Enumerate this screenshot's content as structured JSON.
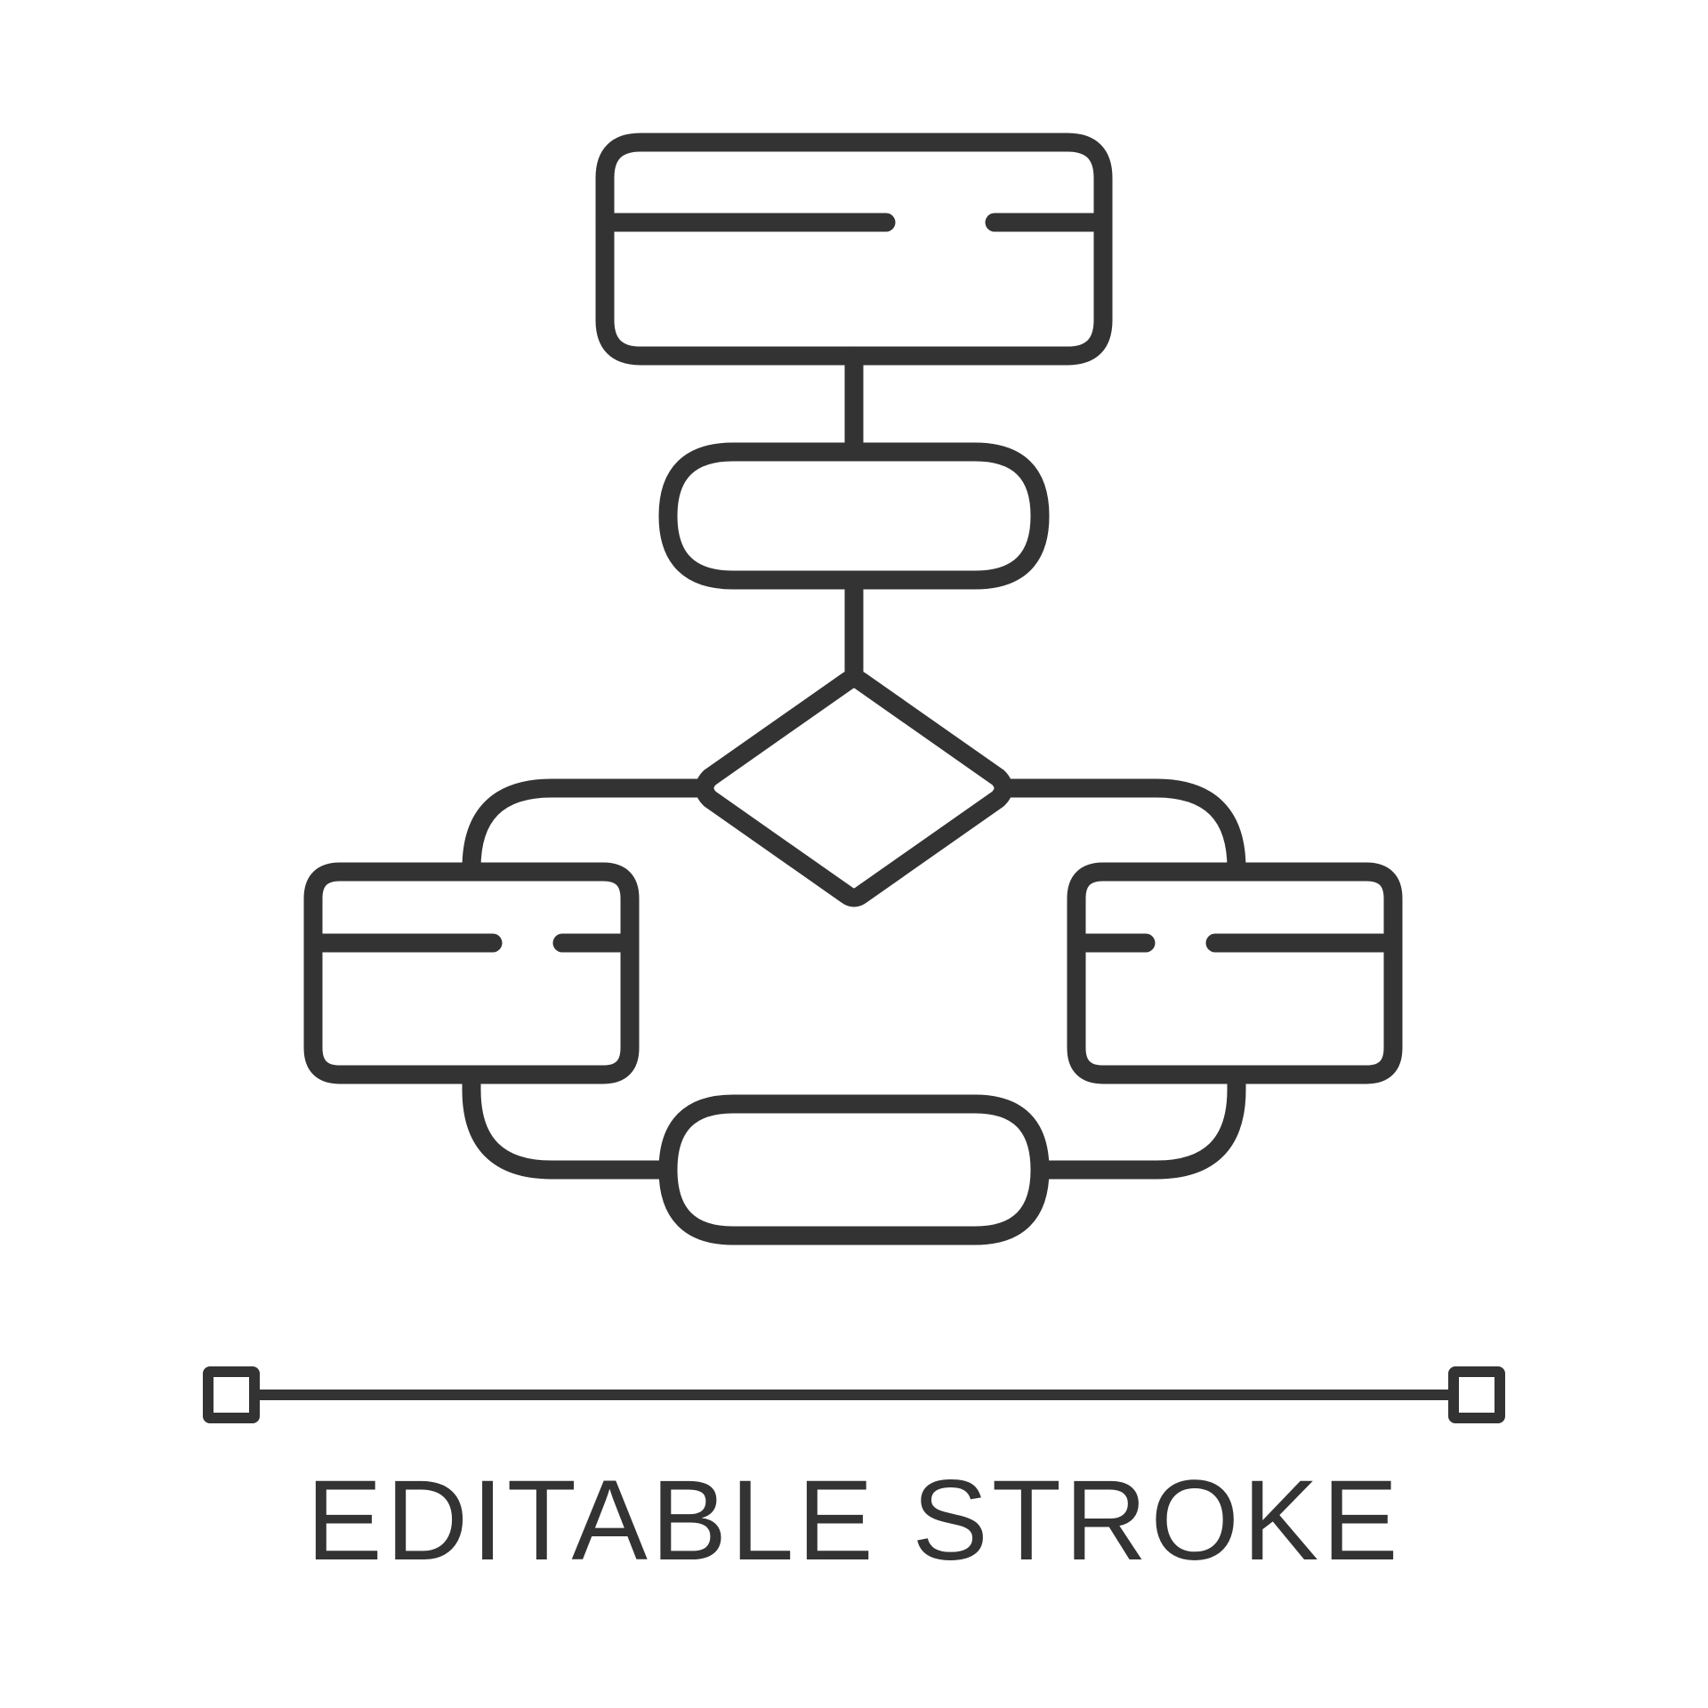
{
  "colors": {
    "stroke": "#333333",
    "background": "#ffffff"
  },
  "diagram": {
    "icon": "flowchart-icon",
    "nodes": [
      {
        "name": "top-process-box",
        "shape": "rounded-rectangle"
      },
      {
        "name": "terminator-top",
        "shape": "pill"
      },
      {
        "name": "decision-diamond",
        "shape": "diamond"
      },
      {
        "name": "left-process-box",
        "shape": "rounded-rectangle"
      },
      {
        "name": "right-process-box",
        "shape": "rounded-rectangle"
      },
      {
        "name": "terminator-bottom",
        "shape": "pill"
      }
    ]
  },
  "stroke_indicator": {
    "icon": "line-with-handles-icon"
  },
  "caption": {
    "text": "EDITABLE STROKE"
  }
}
